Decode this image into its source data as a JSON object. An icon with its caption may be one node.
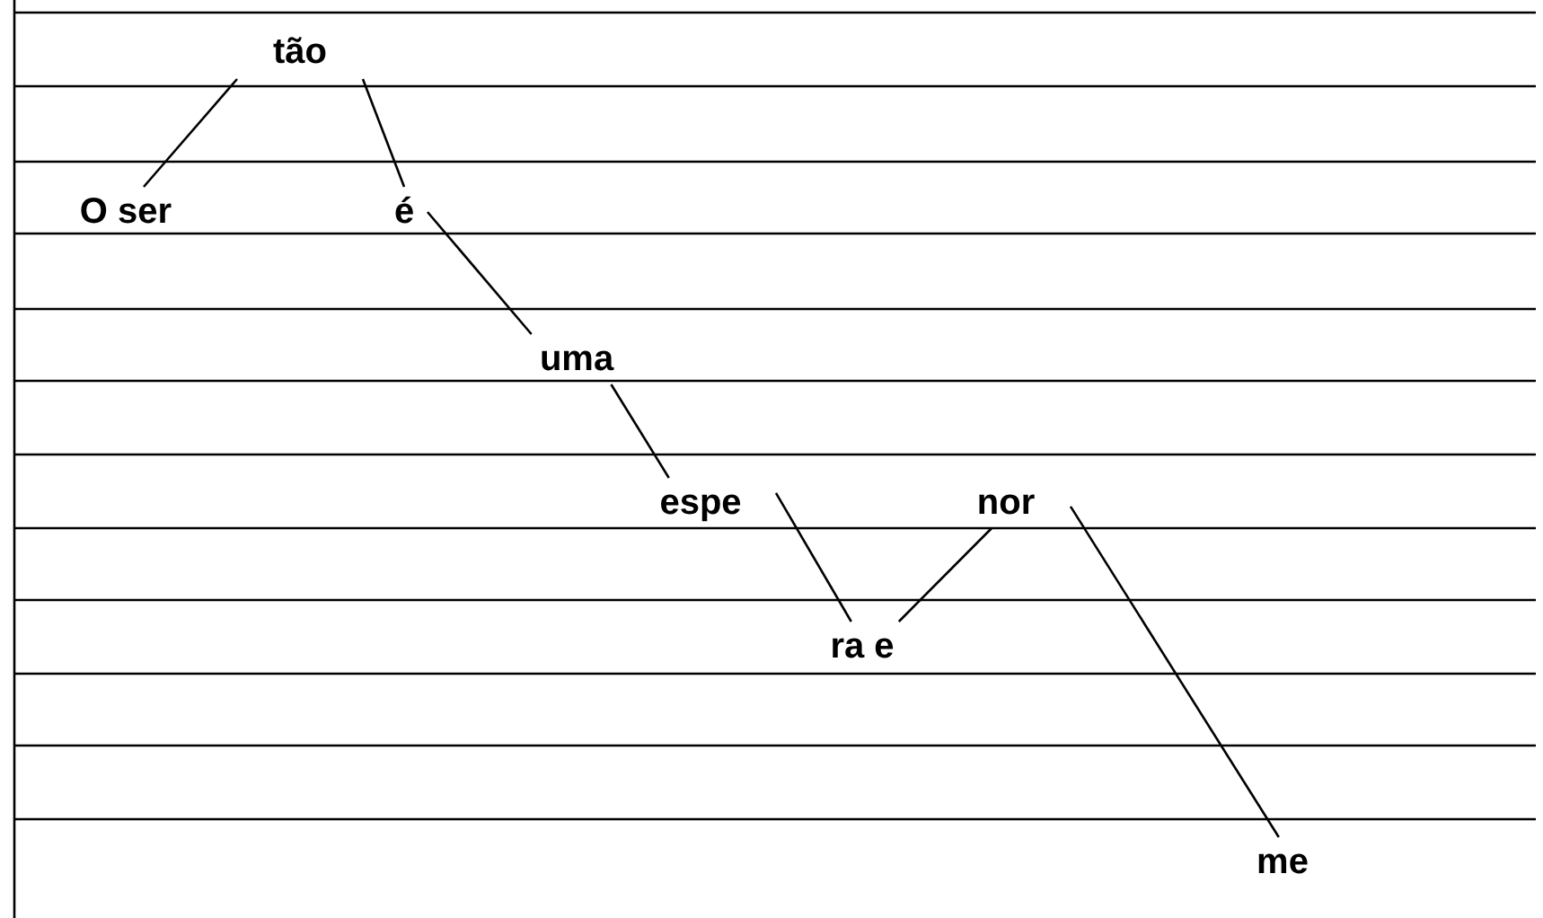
{
  "diagram": {
    "nodes": [
      {
        "text": [
          "tão"
        ]
      },
      {
        "text": [
          "O ser"
        ]
      },
      {
        "text": [
          "é"
        ]
      },
      {
        "text": [
          "uma"
        ]
      },
      {
        "text": [
          "espe"
        ]
      },
      {
        "text": [
          "nor"
        ]
      },
      {
        "text": [
          "ra e"
        ]
      },
      {
        "text": [
          "me"
        ]
      }
    ],
    "edges": [
      {
        "from": 1,
        "to": 0,
        "arrow": "none"
      },
      {
        "from": 0,
        "to": 2,
        "arrow": "none"
      },
      {
        "from": 2,
        "to": 3,
        "arrow": "none"
      },
      {
        "from": 3,
        "to": 4,
        "arrow": "none"
      },
      {
        "from": 4,
        "to": 6,
        "arrow": "none"
      },
      {
        "from": 6,
        "to": 5,
        "arrow": "none"
      },
      {
        "from": 5,
        "to": 7,
        "arrow": "none"
      }
    ]
  }
}
